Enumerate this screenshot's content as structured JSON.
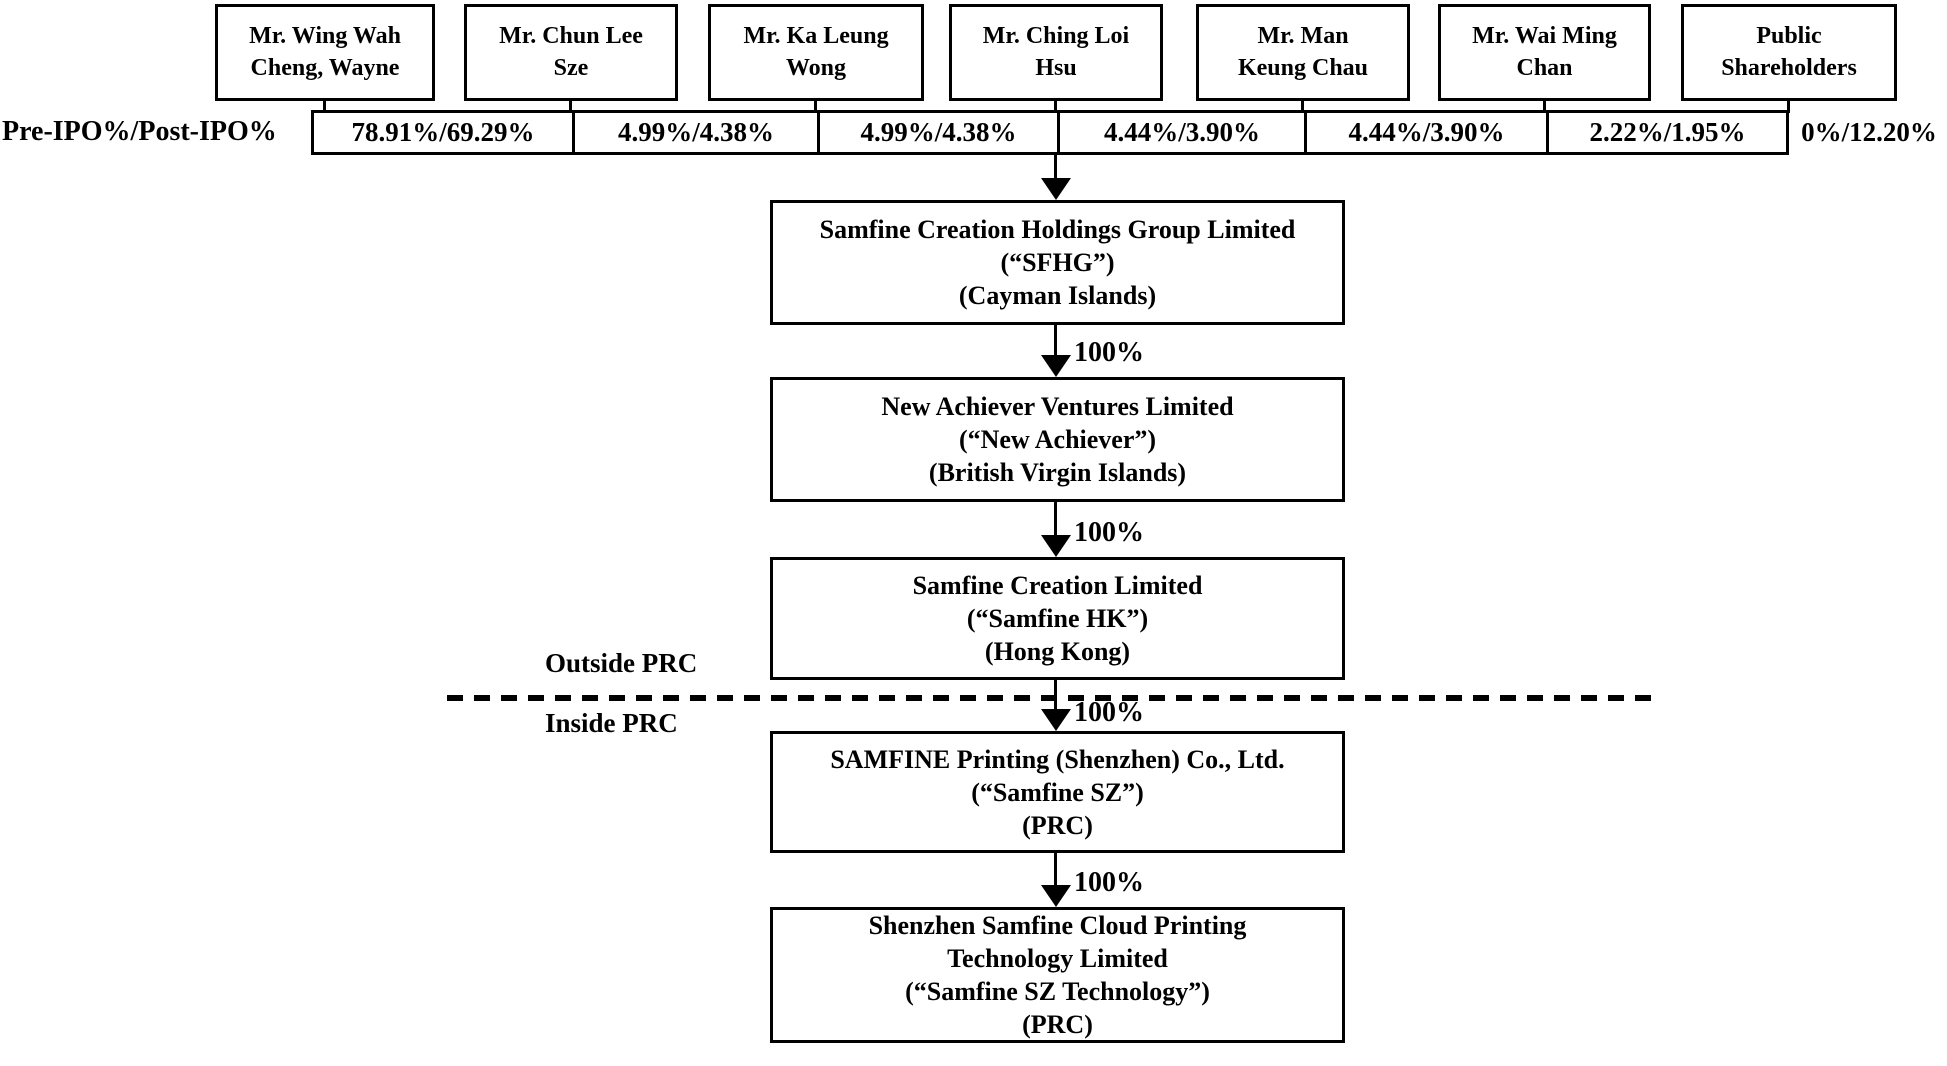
{
  "legend": {
    "pre_post_label": "Pre-IPO%/Post-IPO%"
  },
  "shareholders": [
    {
      "name": "Mr. Wing Wah\nCheng, Wayne",
      "ownership": "78.91%/69.29%"
    },
    {
      "name": "Mr. Chun Lee\nSze",
      "ownership": "4.99%/4.38%"
    },
    {
      "name": "Mr. Ka Leung\nWong",
      "ownership": "4.99%/4.38%"
    },
    {
      "name": "Mr. Ching Loi\nHsu",
      "ownership": "4.44%/3.90%"
    },
    {
      "name": "Mr. Man\nKeung Chau",
      "ownership": "4.44%/3.90%"
    },
    {
      "name": "Mr. Wai Ming\nChan",
      "ownership": "2.22%/1.95%"
    },
    {
      "name": "Public\nShareholders",
      "ownership": "0%/12.20%"
    }
  ],
  "companies": [
    {
      "name": "Samfine Creation Holdings Group Limited",
      "alias": "(“SFHG”)",
      "jurisdiction": "(Cayman Islands)"
    },
    {
      "name": "New Achiever Ventures Limited",
      "alias": "(“New Achiever”)",
      "jurisdiction": "(British Virgin Islands)",
      "ownership": "100%"
    },
    {
      "name": "Samfine Creation Limited",
      "alias": "(“Samfine HK”)",
      "jurisdiction": "(Hong Kong)",
      "ownership": "100%"
    },
    {
      "name": "SAMFINE Printing (Shenzhen) Co., Ltd.",
      "alias": "(“Samfine SZ”)",
      "jurisdiction": "(PRC)",
      "ownership": "100%"
    },
    {
      "name": "Shenzhen Samfine Cloud Printing\nTechnology Limited",
      "alias": "(“Samfine SZ Technology”)",
      "jurisdiction": "(PRC)",
      "ownership": "100%"
    }
  ],
  "regions": {
    "outside": "Outside PRC",
    "inside": "Inside PRC"
  },
  "colors": {
    "line": "#000000",
    "background": "#ffffff"
  }
}
